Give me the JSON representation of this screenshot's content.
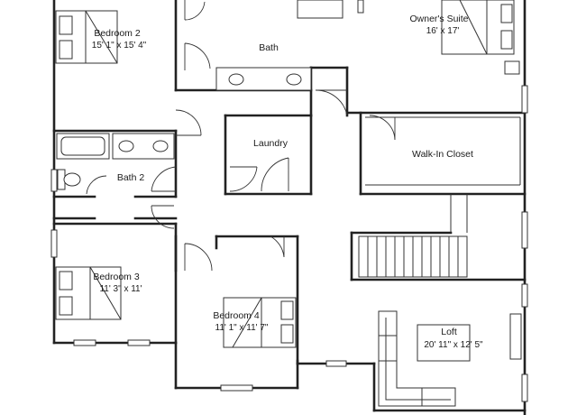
{
  "rooms": [
    {
      "key": "bedroom2",
      "name": "Bedroom 2",
      "dims": "15' 1\" x 15' 4\""
    },
    {
      "key": "owners_suite",
      "name": "Owner's Suite",
      "dims": "16' x 17'"
    },
    {
      "key": "bath",
      "name": "Bath"
    },
    {
      "key": "laundry",
      "name": "Laundry"
    },
    {
      "key": "walk_in_closet",
      "name": "Walk-In Closet"
    },
    {
      "key": "bath2",
      "name": "Bath 2"
    },
    {
      "key": "bedroom3",
      "name": "Bedroom 3",
      "dims": "11' 3\" x 11'"
    },
    {
      "key": "bedroom4",
      "name": "Bedroom 4",
      "dims": "11' 1\" x 11' 7\""
    },
    {
      "key": "loft",
      "name": "Loft",
      "dims": "20' 11\" x 12' 5\""
    }
  ],
  "colors": {
    "wall": "#222222",
    "background": "#ffffff"
  }
}
